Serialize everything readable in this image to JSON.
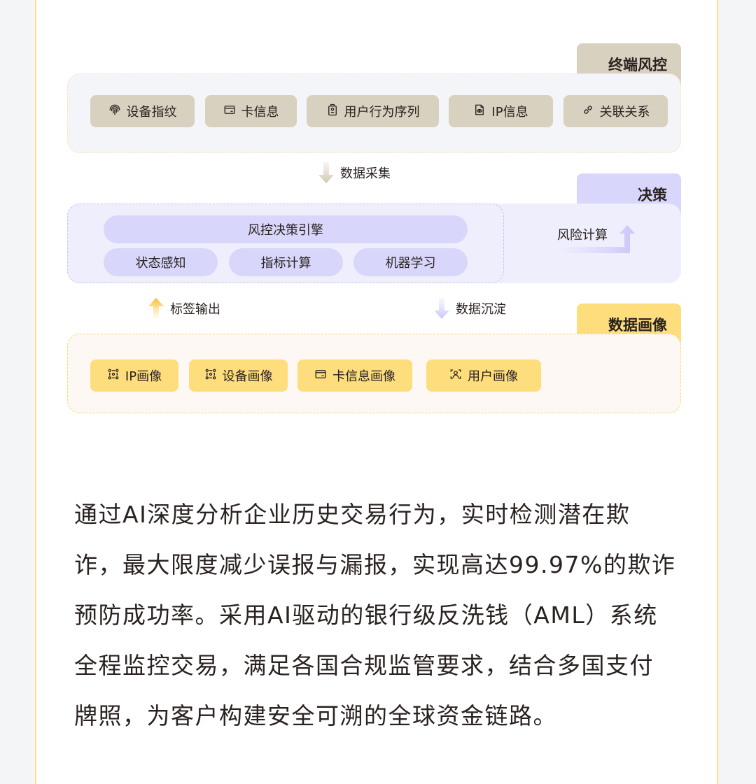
{
  "colors": {
    "page_bg": "#f4f5f7",
    "card_bg": "#ffffff",
    "card_border": "#fde08a",
    "terminal_accent": "#d9d1bf",
    "decision_accent": "#d8d6fb",
    "profile_accent": "#fddd7c",
    "text": "#2a2220"
  },
  "diagram": {
    "terminal": {
      "tab_label": "终端风控",
      "chips": [
        {
          "icon": "fingerprint-icon",
          "label": "设备指纹"
        },
        {
          "icon": "card-icon",
          "label": "卡信息"
        },
        {
          "icon": "id-badge-icon",
          "label": "用户行为序列"
        },
        {
          "icon": "file-eye-icon",
          "label": "IP信息"
        },
        {
          "icon": "link-icon",
          "label": "关联关系"
        }
      ]
    },
    "flow_collect": {
      "icon": "arrow-down-icon",
      "label": "数据采集"
    },
    "decision": {
      "tab_label": "决策",
      "engine_label": "风控决策引擎",
      "modules": [
        "状态感知",
        "指标计算",
        "机器学习"
      ],
      "risk_calc": {
        "icon": "arrow-up-turn-icon",
        "label": "风险计算"
      }
    },
    "flow_tag_output": {
      "icon": "arrow-up-icon",
      "label": "标签输出"
    },
    "flow_settle": {
      "icon": "arrow-down-icon",
      "label": "数据沉淀"
    },
    "profile": {
      "tab_label": "数据画像",
      "chips": [
        {
          "icon": "node-grid-icon",
          "label": "IP画像"
        },
        {
          "icon": "node-grid-icon",
          "label": "设备画像"
        },
        {
          "icon": "card-icon",
          "label": "卡信息画像"
        },
        {
          "icon": "user-scan-icon",
          "label": "用户画像"
        }
      ]
    }
  },
  "description": {
    "lines": [
      "通过AI深度分析企业历史交易行为，实时检测潜在欺",
      "诈，最大限度减少误报与漏报，实现高达99.97%的欺诈",
      "预防成功率。采用AI驱动的银行级反洗钱（AML）系统",
      "全程监控交易，满足各国合规监管要求，结合多国支付",
      "牌照，为客户构建安全可溯的全球资金链路。"
    ]
  }
}
